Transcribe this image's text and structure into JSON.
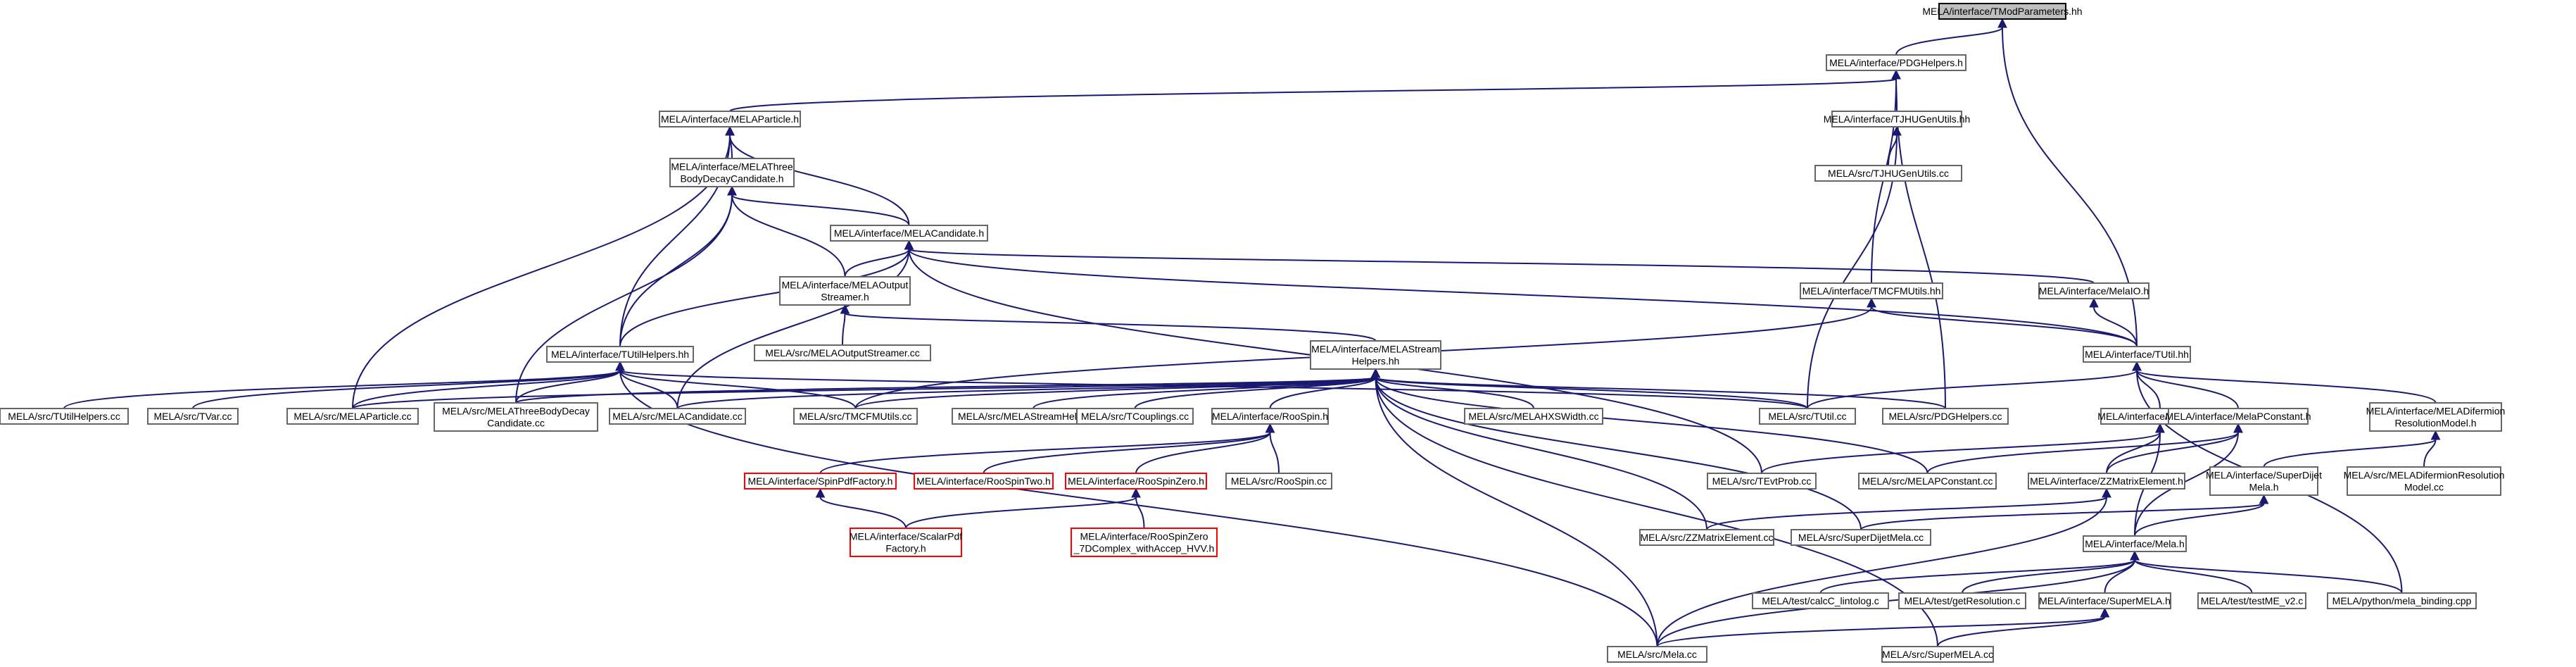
{
  "nodes": [
    {
      "id": "tmodparams",
      "lines": [
        "MELA/interface/TModParameters.hh"
      ],
      "kind": "root"
    },
    {
      "id": "pdghelpers_h",
      "lines": [
        "MELA/interface/PDGHelpers.h"
      ],
      "kind": "normal"
    },
    {
      "id": "melaparticle_h",
      "lines": [
        "MELA/interface/MELAParticle.h"
      ],
      "kind": "normal"
    },
    {
      "id": "tjhugenutils_hh",
      "lines": [
        "MELA/interface/TJHUGenUtils.hh"
      ],
      "kind": "normal"
    },
    {
      "id": "threebody_h",
      "lines": [
        "MELA/interface/MELAThree",
        "BodyDecayCandidate.h"
      ],
      "kind": "normal"
    },
    {
      "id": "tjhugenutils_cc",
      "lines": [
        "MELA/src/TJHUGenUtils.cc"
      ],
      "kind": "normal"
    },
    {
      "id": "melacandidate_h",
      "lines": [
        "MELA/interface/MELACandidate.h"
      ],
      "kind": "normal"
    },
    {
      "id": "output_h",
      "lines": [
        "MELA/interface/MELAOutput",
        "Streamer.h"
      ],
      "kind": "normal"
    },
    {
      "id": "tmcfmutils_hh",
      "lines": [
        "MELA/interface/TMCFMUtils.hh"
      ],
      "kind": "normal"
    },
    {
      "id": "melaio_h",
      "lines": [
        "MELA/interface/MelaIO.h"
      ],
      "kind": "normal"
    },
    {
      "id": "output_cc",
      "lines": [
        "MELA/src/MELAOutputStreamer.cc"
      ],
      "kind": "normal"
    },
    {
      "id": "tutilhelpers_hh",
      "lines": [
        "MELA/interface/TUtilHelpers.hh"
      ],
      "kind": "normal"
    },
    {
      "id": "stream_hh",
      "lines": [
        "MELA/interface/MELAStream",
        "Helpers.hh"
      ],
      "kind": "normal"
    },
    {
      "id": "tutil_hh",
      "lines": [
        "MELA/interface/TUtil.hh"
      ],
      "kind": "normal"
    },
    {
      "id": "tutilhelpers_cc",
      "lines": [
        "MELA/src/TUtilHelpers.cc"
      ],
      "kind": "normal"
    },
    {
      "id": "tvar_cc",
      "lines": [
        "MELA/src/TVar.cc"
      ],
      "kind": "normal"
    },
    {
      "id": "melaparticle_cc",
      "lines": [
        "MELA/src/MELAParticle.cc"
      ],
      "kind": "normal"
    },
    {
      "id": "threebody_cc",
      "lines": [
        "MELA/src/MELAThreeBodyDecay",
        "Candidate.cc"
      ],
      "kind": "normal"
    },
    {
      "id": "melacandidate_cc",
      "lines": [
        "MELA/src/MELACandidate.cc"
      ],
      "kind": "normal"
    },
    {
      "id": "tmcfmutils_cc",
      "lines": [
        "MELA/src/TMCFMUtils.cc"
      ],
      "kind": "normal"
    },
    {
      "id": "stream_cc",
      "lines": [
        "MELA/src/MELAStreamHelpers.cc"
      ],
      "kind": "normal"
    },
    {
      "id": "tcouplings_cc",
      "lines": [
        "MELA/src/TCouplings.cc"
      ],
      "kind": "normal"
    },
    {
      "id": "hxswidth_cc",
      "lines": [
        "MELA/src/MELAHXSWidth.cc"
      ],
      "kind": "normal"
    },
    {
      "id": "tutil_cc",
      "lines": [
        "MELA/src/TUtil.cc"
      ],
      "kind": "normal"
    },
    {
      "id": "pdghelpers_cc",
      "lines": [
        "MELA/src/PDGHelpers.cc"
      ],
      "kind": "normal"
    },
    {
      "id": "difermion_h",
      "lines": [
        "MELA/interface/MELADifermion",
        "ResolutionModel.h"
      ],
      "kind": "normal"
    },
    {
      "id": "roospin_h",
      "lines": [
        "MELA/interface/RooSpin.h"
      ],
      "kind": "normal"
    },
    {
      "id": "tevtprob_hh",
      "lines": [
        "MELA/interface/TEvtProb.hh"
      ],
      "kind": "normal"
    },
    {
      "id": "pconstant_h",
      "lines": [
        "MELA/interface/MelaPConstant.h"
      ],
      "kind": "normal"
    },
    {
      "id": "spinpdf_h",
      "lines": [
        "MELA/interface/SpinPdfFactory.h"
      ],
      "kind": "missing"
    },
    {
      "id": "roospintwo_h",
      "lines": [
        "MELA/interface/RooSpinTwo.h"
      ],
      "kind": "missing"
    },
    {
      "id": "roospinzero_h",
      "lines": [
        "MELA/interface/RooSpinZero.h"
      ],
      "kind": "missing"
    },
    {
      "id": "roospin_cc",
      "lines": [
        "MELA/src/RooSpin.cc"
      ],
      "kind": "normal"
    },
    {
      "id": "tevtprob_cc",
      "lines": [
        "MELA/src/TEvtProb.cc"
      ],
      "kind": "normal"
    },
    {
      "id": "pconstant_cc",
      "lines": [
        "MELA/src/MELAPConstant.cc"
      ],
      "kind": "normal"
    },
    {
      "id": "superdijet_h",
      "lines": [
        "MELA/interface/SuperDijet",
        "Mela.h"
      ],
      "kind": "normal"
    },
    {
      "id": "difermion_cc",
      "lines": [
        "MELA/src/MELADifermionResolution",
        "Model.cc"
      ],
      "kind": "normal"
    },
    {
      "id": "zzmatrix_h",
      "lines": [
        "MELA/interface/ZZMatrixElement.h"
      ],
      "kind": "normal"
    },
    {
      "id": "scalarpdf_h",
      "lines": [
        "MELA/interface/ScalarPdf",
        "Factory.h"
      ],
      "kind": "missing"
    },
    {
      "id": "roospinzero7d_h",
      "lines": [
        "MELA/interface/RooSpinZero",
        "_7DComplex_withAccep_HVV.h"
      ],
      "kind": "missing"
    },
    {
      "id": "zzmatrix_cc",
      "lines": [
        "MELA/src/ZZMatrixElement.cc"
      ],
      "kind": "normal"
    },
    {
      "id": "superdijet_cc",
      "lines": [
        "MELA/src/SuperDijetMela.cc"
      ],
      "kind": "normal"
    },
    {
      "id": "mela_h",
      "lines": [
        "MELA/interface/Mela.h"
      ],
      "kind": "normal"
    },
    {
      "id": "calcc_c",
      "lines": [
        "MELA/test/calcC_lintolog.c"
      ],
      "kind": "normal"
    },
    {
      "id": "getres_c",
      "lines": [
        "MELA/test/getResolution.c"
      ],
      "kind": "normal"
    },
    {
      "id": "supermela_h",
      "lines": [
        "MELA/interface/SuperMELA.h"
      ],
      "kind": "normal"
    },
    {
      "id": "testme_c",
      "lines": [
        "MELA/test/testME_v2.c"
      ],
      "kind": "normal"
    },
    {
      "id": "binding_cpp",
      "lines": [
        "MELA/python/mela_binding.cpp"
      ],
      "kind": "normal"
    },
    {
      "id": "mela_cc",
      "lines": [
        "MELA/src/Mela.cc"
      ],
      "kind": "normal"
    },
    {
      "id": "supermela_cc",
      "lines": [
        "MELA/src/SuperMELA.cc"
      ],
      "kind": "normal"
    }
  ],
  "edges": [
    [
      "pdghelpers_h",
      "tmodparams"
    ],
    [
      "tutil_hh",
      "tmodparams"
    ],
    [
      "melaparticle_h",
      "pdghelpers_h"
    ],
    [
      "tjhugenutils_hh",
      "pdghelpers_h"
    ],
    [
      "tmcfmutils_hh",
      "pdghelpers_h"
    ],
    [
      "pdghelpers_cc",
      "pdghelpers_h"
    ],
    [
      "tjhugenutils_cc",
      "tjhugenutils_hh"
    ],
    [
      "tutil_cc",
      "tjhugenutils_hh"
    ],
    [
      "threebody_h",
      "melaparticle_h"
    ],
    [
      "melacandidate_h",
      "melaparticle_h"
    ],
    [
      "tutilhelpers_hh",
      "melaparticle_h"
    ],
    [
      "melaparticle_cc",
      "melaparticle_h"
    ],
    [
      "melacandidate_h",
      "threebody_h"
    ],
    [
      "output_h",
      "threebody_h"
    ],
    [
      "tutilhelpers_hh",
      "threebody_h"
    ],
    [
      "threebody_cc",
      "threebody_h"
    ],
    [
      "output_h",
      "melacandidate_h"
    ],
    [
      "tutilhelpers_hh",
      "melacandidate_h"
    ],
    [
      "melacandidate_cc",
      "melacandidate_h"
    ],
    [
      "melaio_h",
      "melacandidate_h"
    ],
    [
      "tutil_hh",
      "melacandidate_h"
    ],
    [
      "tevtprob_cc",
      "melacandidate_h"
    ],
    [
      "output_cc",
      "output_h"
    ],
    [
      "stream_hh",
      "output_h"
    ],
    [
      "tutil_hh",
      "tmcfmutils_hh"
    ],
    [
      "tmcfmutils_cc",
      "tmcfmutils_hh"
    ],
    [
      "tutil_hh",
      "melaio_h"
    ],
    [
      "tutilhelpers_cc",
      "tutilhelpers_hh"
    ],
    [
      "tvar_cc",
      "tutilhelpers_hh"
    ],
    [
      "melaparticle_cc",
      "tutilhelpers_hh"
    ],
    [
      "threebody_cc",
      "tutilhelpers_hh"
    ],
    [
      "melacandidate_cc",
      "tutilhelpers_hh"
    ],
    [
      "tmcfmutils_cc",
      "tutilhelpers_hh"
    ],
    [
      "tutil_cc",
      "tutilhelpers_hh"
    ],
    [
      "mela_cc",
      "tutilhelpers_hh"
    ],
    [
      "melaparticle_cc",
      "stream_hh"
    ],
    [
      "threebody_cc",
      "stream_hh"
    ],
    [
      "melacandidate_cc",
      "stream_hh"
    ],
    [
      "tmcfmutils_cc",
      "stream_hh"
    ],
    [
      "stream_cc",
      "stream_hh"
    ],
    [
      "tcouplings_cc",
      "stream_hh"
    ],
    [
      "roospin_h",
      "stream_hh"
    ],
    [
      "hxswidth_cc",
      "stream_hh"
    ],
    [
      "tutil_cc",
      "stream_hh"
    ],
    [
      "pdghelpers_cc",
      "stream_hh"
    ],
    [
      "pconstant_cc",
      "stream_hh"
    ],
    [
      "zzmatrix_cc",
      "stream_hh"
    ],
    [
      "superdijet_cc",
      "stream_hh"
    ],
    [
      "mela_cc",
      "stream_hh"
    ],
    [
      "supermela_cc",
      "stream_hh"
    ],
    [
      "tutil_cc",
      "tutil_hh"
    ],
    [
      "tevtprob_hh",
      "tutil_hh"
    ],
    [
      "pconstant_h",
      "tutil_hh"
    ],
    [
      "difermion_h",
      "tutil_hh"
    ],
    [
      "binding_cpp",
      "tutil_hh"
    ],
    [
      "spinpdf_h",
      "roospin_h"
    ],
    [
      "roospintwo_h",
      "roospin_h"
    ],
    [
      "roospinzero_h",
      "roospin_h"
    ],
    [
      "roospin_cc",
      "roospin_h"
    ],
    [
      "tevtprob_cc",
      "tevtprob_hh"
    ],
    [
      "zzmatrix_h",
      "tevtprob_hh"
    ],
    [
      "mela_h",
      "tevtprob_hh"
    ],
    [
      "pconstant_cc",
      "pconstant_h"
    ],
    [
      "zzmatrix_h",
      "pconstant_h"
    ],
    [
      "mela_h",
      "pconstant_h"
    ],
    [
      "superdijet_h",
      "difermion_h"
    ],
    [
      "difermion_cc",
      "difermion_h"
    ],
    [
      "scalarpdf_h",
      "spinpdf_h"
    ],
    [
      "scalarpdf_h",
      "roospinzero_h"
    ],
    [
      "roospinzero7d_h",
      "roospinzero_h"
    ],
    [
      "zzmatrix_cc",
      "zzmatrix_h"
    ],
    [
      "superdijet_cc",
      "superdijet_h"
    ],
    [
      "mela_h",
      "superdijet_h"
    ],
    [
      "mela_cc",
      "zzmatrix_h"
    ],
    [
      "calcc_c",
      "mela_h"
    ],
    [
      "getres_c",
      "mela_h"
    ],
    [
      "supermela_h",
      "mela_h"
    ],
    [
      "testme_c",
      "mela_h"
    ],
    [
      "binding_cpp",
      "mela_h"
    ],
    [
      "mela_cc",
      "mela_h"
    ],
    [
      "mela_cc",
      "supermela_h"
    ],
    [
      "supermela_cc",
      "supermela_h"
    ]
  ],
  "colors": {
    "edge": "#191970",
    "node_border": "#666666",
    "root_fill": "#bfbfbf",
    "root_border": "#000000",
    "missing_border": "#ff0000",
    "text": "#000000",
    "background": "#ffffff"
  }
}
